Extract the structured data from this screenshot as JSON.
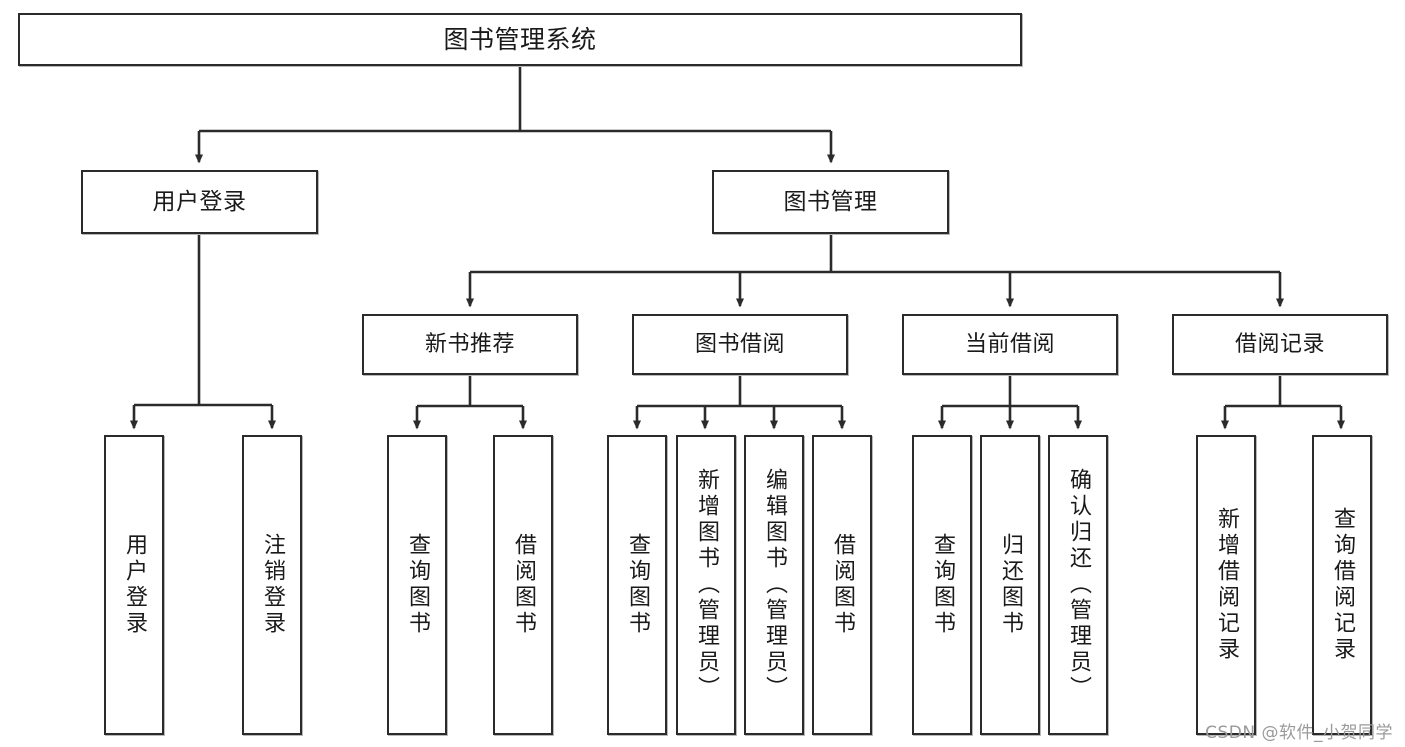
{
  "diagram": {
    "title": "图书管理系统",
    "type": "tree",
    "watermark": "CSDN @软件_小贺同学",
    "colors": {
      "border": "#2b2b2b",
      "background": "#ffffff",
      "text": "#1a1a1a",
      "edge": "#2b2b2b",
      "watermark": "#9a9a9a"
    },
    "nodes": {
      "root": {
        "label": "图书管理系统"
      },
      "level1": [
        {
          "label": "用户登录"
        },
        {
          "label": "图书管理"
        }
      ],
      "level2": [
        {
          "label": "新书推荐"
        },
        {
          "label": "图书借阅"
        },
        {
          "label": "当前借阅"
        },
        {
          "label": "借阅记录"
        }
      ],
      "leaves": {
        "user_login": [
          {
            "label": "用户登录"
          },
          {
            "label": "注销登录"
          }
        ],
        "new_books": [
          {
            "label": "查询图书"
          },
          {
            "label": "借阅图书"
          }
        ],
        "book_borrow": [
          {
            "label": "查询图书"
          },
          {
            "label": "新增图书（管理员）"
          },
          {
            "label": "编辑图书（管理员）"
          },
          {
            "label": "借阅图书"
          }
        ],
        "current_borrow": [
          {
            "label": "查询图书"
          },
          {
            "label": "归还图书"
          },
          {
            "label": "确认归还（管理员）"
          }
        ],
        "borrow_records": [
          {
            "label": "新增借阅记录"
          },
          {
            "label": "查询借阅记录"
          }
        ]
      }
    }
  }
}
